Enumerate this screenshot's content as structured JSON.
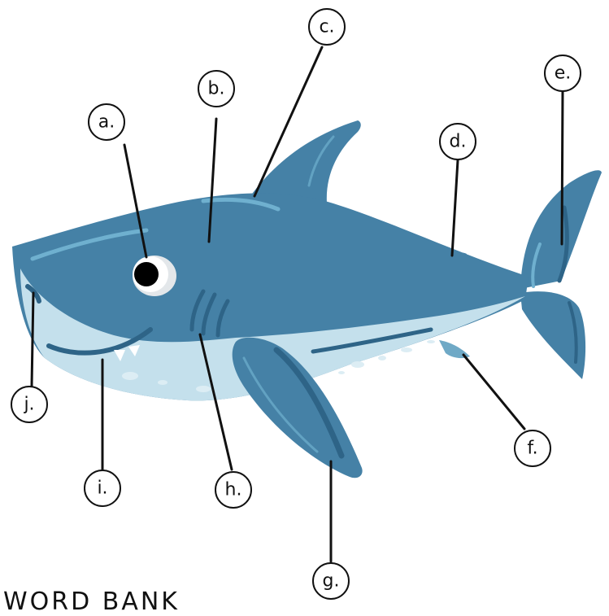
{
  "diagram": {
    "labels": [
      "a.",
      "b.",
      "c.",
      "d.",
      "e.",
      "f.",
      "g.",
      "h.",
      "i.",
      "j."
    ],
    "colors": {
      "body": "#4581a6",
      "body_dark": "#2e6487",
      "highlight": "#6fb0cf",
      "belly": "#c4e0ec",
      "belly_spots": "#dcedf4",
      "outline": "#111111"
    }
  },
  "word_bank": {
    "title": "WORD BANK"
  }
}
